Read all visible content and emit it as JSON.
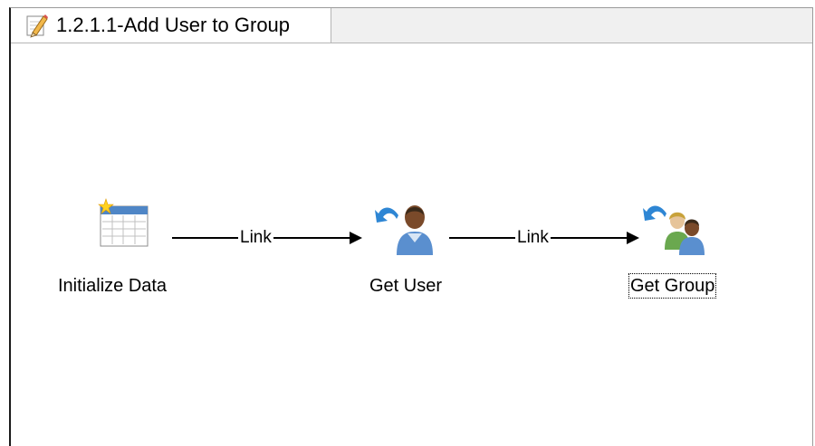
{
  "tab": {
    "title": "1.2.1.1-Add User to Group",
    "icon": "pencil-icon"
  },
  "workflow": {
    "nodes": [
      {
        "label": "Initialize Data",
        "icon": "table-new-icon"
      },
      {
        "label": "Get User",
        "icon": "user-arrow-icon"
      },
      {
        "label": "Get Group",
        "icon": "group-arrow-icon"
      }
    ],
    "links": [
      {
        "label": "Link"
      },
      {
        "label": "Link"
      }
    ]
  },
  "colors": {
    "tab_strip": "#f0f0f0",
    "link_line": "#000000",
    "arrow_blue": "#2e86d4"
  }
}
